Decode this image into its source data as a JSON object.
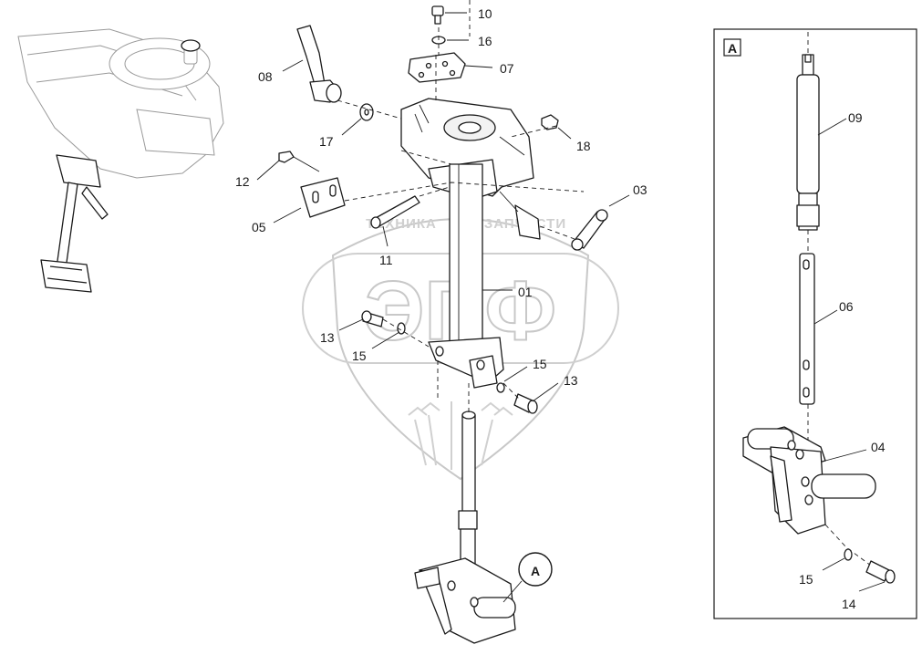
{
  "diagram": {
    "callouts": [
      {
        "id": "c10",
        "text": "10"
      },
      {
        "id": "c16",
        "text": "16"
      },
      {
        "id": "c07",
        "text": "07"
      },
      {
        "id": "c08",
        "text": "08"
      },
      {
        "id": "c17",
        "text": "17"
      },
      {
        "id": "c18",
        "text": "18"
      },
      {
        "id": "c12",
        "text": "12"
      },
      {
        "id": "c05",
        "text": "05"
      },
      {
        "id": "c03",
        "text": "03"
      },
      {
        "id": "c11",
        "text": "11"
      },
      {
        "id": "c01",
        "text": "01"
      },
      {
        "id": "c13a",
        "text": "13"
      },
      {
        "id": "c15a",
        "text": "15"
      },
      {
        "id": "c15b",
        "text": "15"
      },
      {
        "id": "c13b",
        "text": "13"
      },
      {
        "id": "c09",
        "text": "09"
      },
      {
        "id": "c06",
        "text": "06"
      },
      {
        "id": "c04",
        "text": "04"
      },
      {
        "id": "c15c",
        "text": "15"
      },
      {
        "id": "c14",
        "text": "14"
      }
    ],
    "detail_marker": "A",
    "detail_box_label": "A",
    "watermark": {
      "big": "ЭПФ",
      "left_word": "ТЕХНИКА",
      "right_word": "ЗАПЧАСТИ"
    }
  }
}
